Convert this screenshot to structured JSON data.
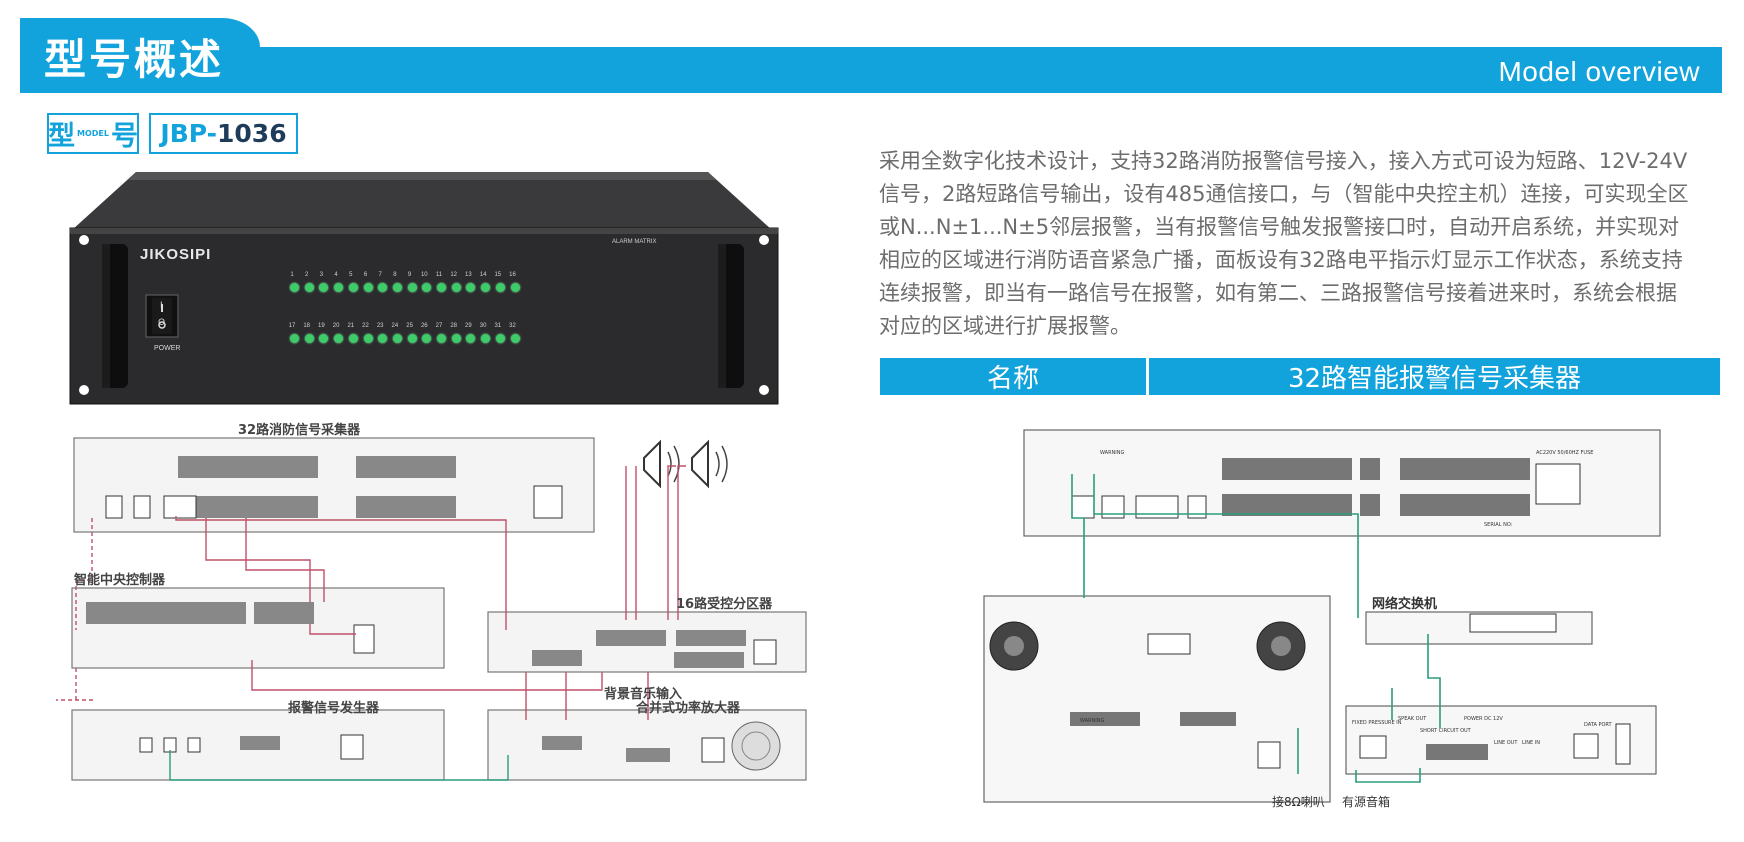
{
  "header": {
    "title": "型号概述",
    "subtitle": "Model overview"
  },
  "model": {
    "label_left": "型",
    "label_small": "MODEL",
    "label_right": "号",
    "value_prefix": "JBP-",
    "value_number": "1036"
  },
  "description": "采用全数字化技术设计，支持32路消防报警信号接入，接入方式可设为短路、12V-24V信号，2路短路信号输出，设有485通信接口，与（智能中央控主机）连接，可实现全区或N...N±1...N±5邻层报警，当有报警信号触发报警接口时，自动开启系统，并实现对相应的区域进行消防语音紧急广播，面板设有32路电平指示灯显示工作状态，系统支持连续报警，即当有一路信号在报警，如有第二、三路报警信号接着进来时，系统会根据对应的区域进行扩展报警。",
  "name_table": {
    "key": "名称",
    "value": "32路智能报警信号采集器"
  },
  "device_panel": {
    "brand": "JIKOSIPI",
    "model_text": "ALARM MATRIX",
    "power_label": "POWER",
    "switch_top": "I",
    "switch_bottom": "O",
    "channels_row1": [
      "1",
      "2",
      "3",
      "4",
      "5",
      "6",
      "7",
      "8",
      "9",
      "10",
      "11",
      "12",
      "13",
      "14",
      "15",
      "16"
    ],
    "channels_row2": [
      "17",
      "18",
      "19",
      "20",
      "21",
      "22",
      "23",
      "24",
      "25",
      "26",
      "27",
      "28",
      "29",
      "30",
      "31",
      "32"
    ]
  },
  "diagram_left": {
    "labels": [
      "32路消防信号采集器",
      "智能中央控制器",
      "16路受控分区器",
      "背景音乐输入",
      "合并式功率放大器",
      "报警信号发生器"
    ]
  },
  "diagram_right": {
    "labels": [
      "网络交换机",
      "接8Ω喇叭",
      "有源音箱"
    ],
    "small_labels": [
      "WARNING",
      "WARNING",
      "FIXED PRESSURE IN",
      "SPEAK OUT",
      "SHORT CIRCUIT OUT",
      "POWER DC 12V",
      "LINE OUT",
      "LINE IN",
      "DATA PORT",
      "SERIAL NO:",
      "AC220V 50/60HZ FUSE"
    ]
  },
  "colors": {
    "accent": "#13a3dc",
    "model_number": "#1e3b5a",
    "text": "#6d6d6d",
    "led": "#3ecb6a",
    "wire_red": "#c0506a",
    "wire_green": "#2a9d7d"
  }
}
